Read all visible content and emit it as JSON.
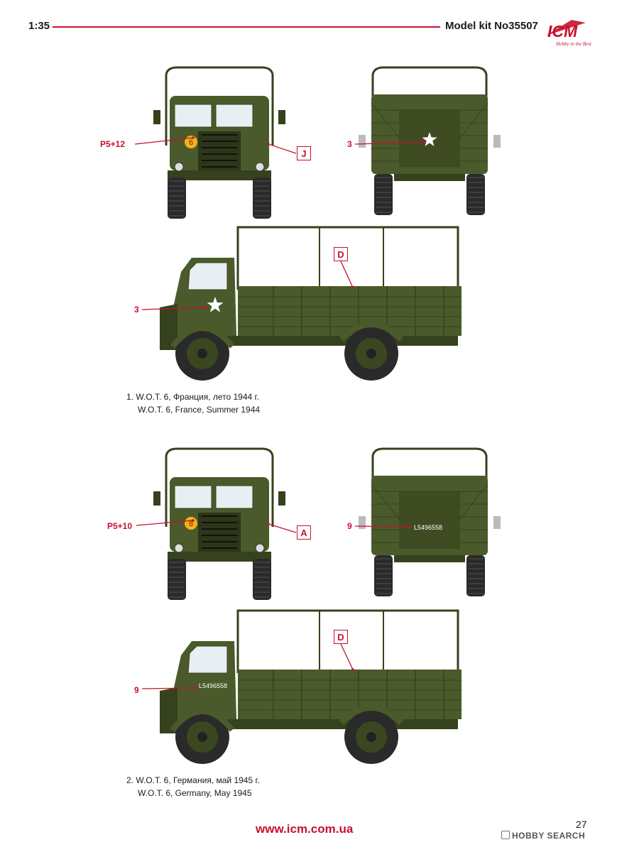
{
  "header": {
    "scale": "1:35",
    "model": "Model kit No35507",
    "brand": "ICM",
    "brand_tagline": "Hobby in the Best"
  },
  "profiles": [
    {
      "front_callouts": [
        {
          "label": "P5+12"
        }
      ],
      "front_box": "J",
      "rear_callout": "3",
      "side_callout": "3",
      "side_box": "D",
      "front_badge": "6",
      "caption_line1": "1. W.O.T. 6, Франция, лето 1944 г.",
      "caption_line2": "W.O.T. 6, France, Summer 1944"
    },
    {
      "front_callouts": [
        {
          "label": "P5+10"
        }
      ],
      "front_box": "A",
      "rear_callout": "9",
      "rear_plate": "L5496558",
      "side_callout": "9",
      "side_box": "D",
      "side_plate": "L5496558",
      "front_badge": "8",
      "caption_line1": "2. W.O.T. 6, Германия, май 1945 г.",
      "caption_line2": "W.O.T. 6, Germany, May 1945"
    }
  ],
  "footer": {
    "url": "www.icm.com.ua",
    "page": "27",
    "watermark": "HOBBY SEARCH"
  },
  "colors": {
    "accent": "#c8102e",
    "olive": "#4b5a2a",
    "olive_dark": "#36421d",
    "tire": "#2a2a2a"
  }
}
